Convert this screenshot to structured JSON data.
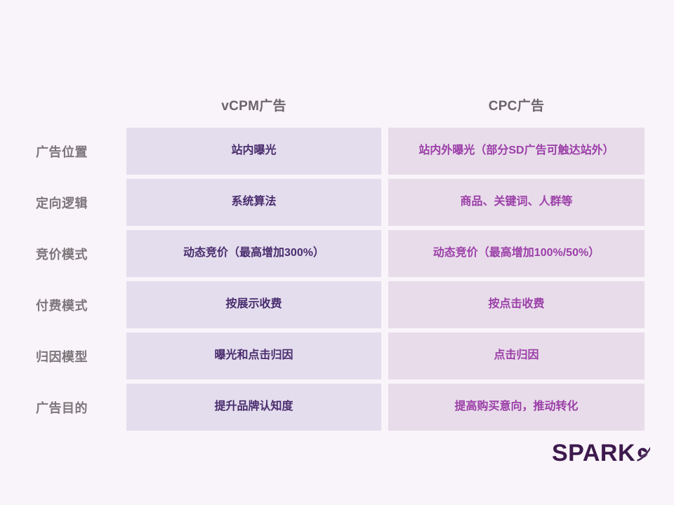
{
  "slide": {
    "background_color": "#f8f4f9",
    "title": ""
  },
  "table": {
    "row_label_header": "",
    "columns": [
      {
        "id": "vcpm",
        "header": "vCPM广告",
        "cell_bg": "#e3dded",
        "text_color": "#4a2d6e"
      },
      {
        "id": "cpc",
        "header": "CPC广告",
        "cell_bg": "#e8dcea",
        "text_color": "#9b3fa8"
      }
    ],
    "rows": [
      {
        "label": "广告位置",
        "vcpm": "站内曝光",
        "cpc": "站内外曝光（部分SD广告可触达站外）"
      },
      {
        "label": "定向逻辑",
        "vcpm": "系统算法",
        "cpc": "商品、关键词、人群等"
      },
      {
        "label": "竞价模式",
        "vcpm": "动态竞价（最高增加300%）",
        "cpc": "动态竞价（最高增加100%/50%）"
      },
      {
        "label": "付费模式",
        "vcpm": "按展示收费",
        "cpc": "按点击收费"
      },
      {
        "label": "归因模型",
        "vcpm": "曝光和点击归因",
        "cpc": "点击归因"
      },
      {
        "label": "广告目的",
        "vcpm": "提升品牌认知度",
        "cpc": "提高购买意向，推动转化"
      }
    ]
  },
  "logo": {
    "wordmark": "SPARK",
    "icon_name": "spark-orb-icon",
    "color": "#3d1a4d"
  }
}
